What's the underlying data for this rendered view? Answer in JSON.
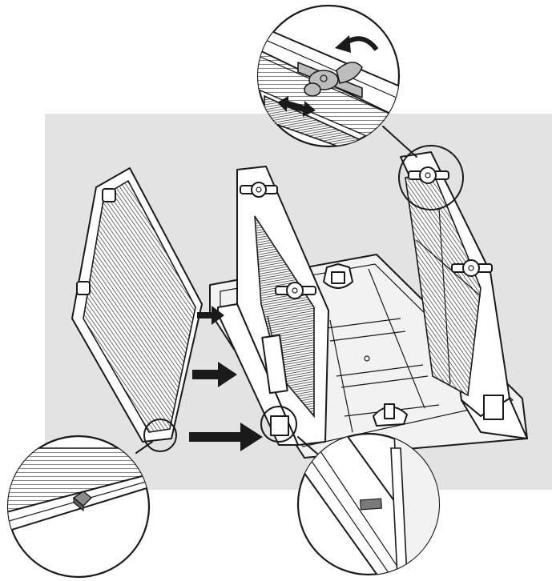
{
  "figure": {
    "background_color": "#ffffff",
    "panel_color": "#e3e3e3",
    "line_color": "#1a1a1a",
    "accent_gray": "#bdbdbd"
  },
  "icons": {
    "insert_arrows": "arrow-right-icon",
    "rotate_arrow": "curved-arrow-icon",
    "slide_arrow": "double-arrow-icon"
  },
  "callouts": [
    {
      "name": "top-latch-detail"
    },
    {
      "name": "filter-corner-detail"
    },
    {
      "name": "slot-detail"
    }
  ]
}
